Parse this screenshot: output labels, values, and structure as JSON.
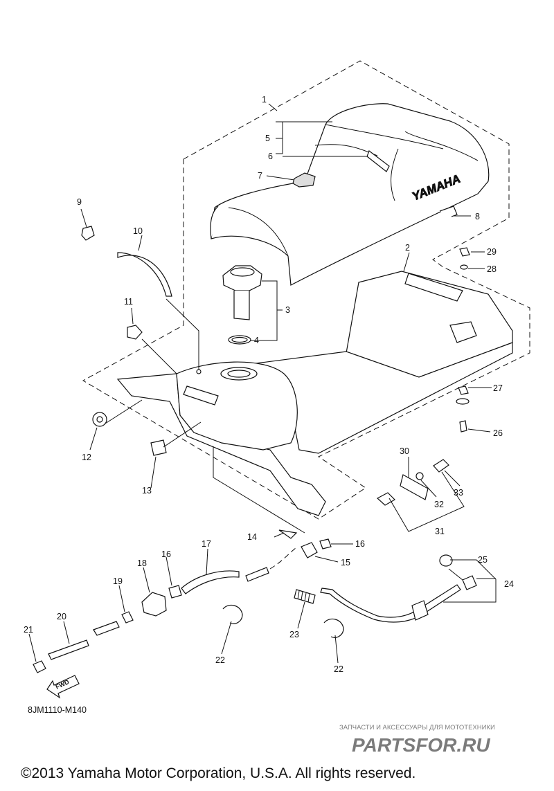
{
  "diagram": {
    "code": "8JM1110-M140",
    "fwd_label": "FWD",
    "brand_text": "YAMAHA",
    "copyright": "©2013 Yamaha Motor Corporation, U.S.A. All rights reserved.",
    "watermark": {
      "tagline": "ЗАПЧАСТИ И АКСЕССУАРЫ ДЛЯ МОТОТЕХНИКИ",
      "logo": "PARTSFOR.RU",
      "color": "#e24a4a"
    },
    "callouts": [
      "1",
      "2",
      "3",
      "4",
      "5",
      "6",
      "7",
      "8",
      "9",
      "10",
      "11",
      "12",
      "13",
      "14",
      "15",
      "16",
      "16",
      "17",
      "18",
      "19",
      "20",
      "21",
      "22",
      "22",
      "23",
      "24",
      "25",
      "26",
      "27",
      "28",
      "29",
      "30",
      "31",
      "32",
      "33"
    ]
  }
}
